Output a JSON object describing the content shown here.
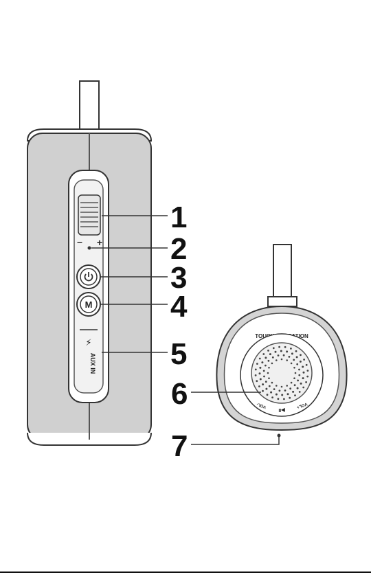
{
  "callouts": [
    "1",
    "2",
    "3",
    "4",
    "5",
    "6",
    "7"
  ],
  "side_view": {
    "minus_label": "–",
    "plus_label": "+",
    "aux_label": "AUX IN",
    "charge_symbol": "⚡",
    "mode_symbol": "M"
  },
  "top_view": {
    "touch_label": "TOUCH OPERATION",
    "ring_left": "VOL-",
    "ring_center": "▶II",
    "ring_right": "VOL+"
  },
  "colors": {
    "fabric": "#d0d0d0",
    "body_outline": "#333333",
    "panel": "#ffffff",
    "leader": "#333333"
  }
}
